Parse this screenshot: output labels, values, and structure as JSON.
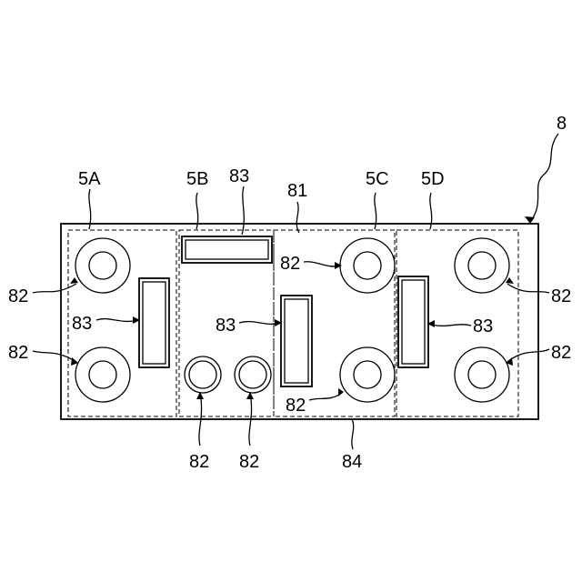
{
  "labels": {
    "device": "8",
    "region_a": "5A",
    "region_b": "5B",
    "region_c": "5C",
    "region_d": "5D",
    "top_plate": "81",
    "bottom_plate": "84",
    "bump": "82",
    "slot": "83"
  }
}
